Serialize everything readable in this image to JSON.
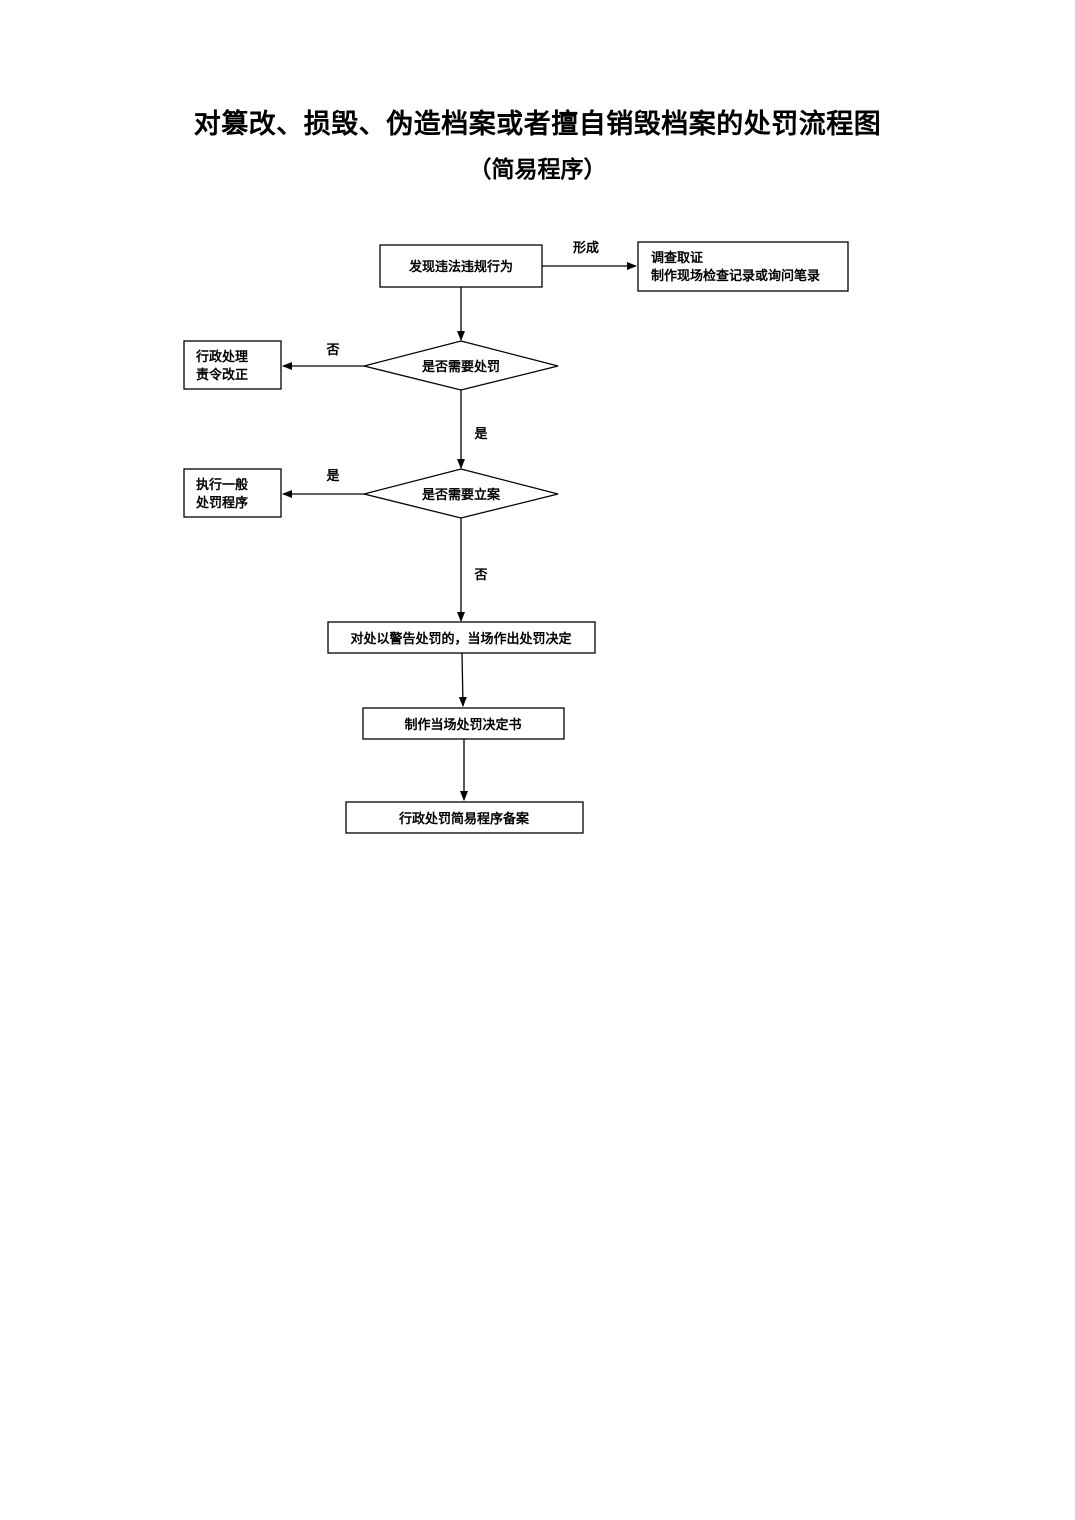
{
  "header": {
    "title": "对篡改、损毁、伪造档案或者擅自销毁档案的处罚流程图",
    "subtitle": "（简易程序）"
  },
  "nodes": {
    "discover": "发现违法违规行为",
    "investigate_line1": "调查取证",
    "investigate_line2": "制作现场检查记录或询问笔录",
    "need_penalty": "是否需要处罚",
    "admin_line1": "行政处理",
    "admin_line2": "责令改正",
    "need_case": "是否需要立案",
    "general_line1": "执行一般",
    "general_line2": "处罚程序",
    "warning_decision": "对处以警告处罚的，当场作出处罚决定",
    "make_decision": "制作当场处罚决定书",
    "archive": "行政处罚简易程序备案"
  },
  "edge_labels": {
    "form": "形成",
    "no_1": "否",
    "yes_1": "是",
    "yes_2": "是",
    "no_2": "否"
  }
}
